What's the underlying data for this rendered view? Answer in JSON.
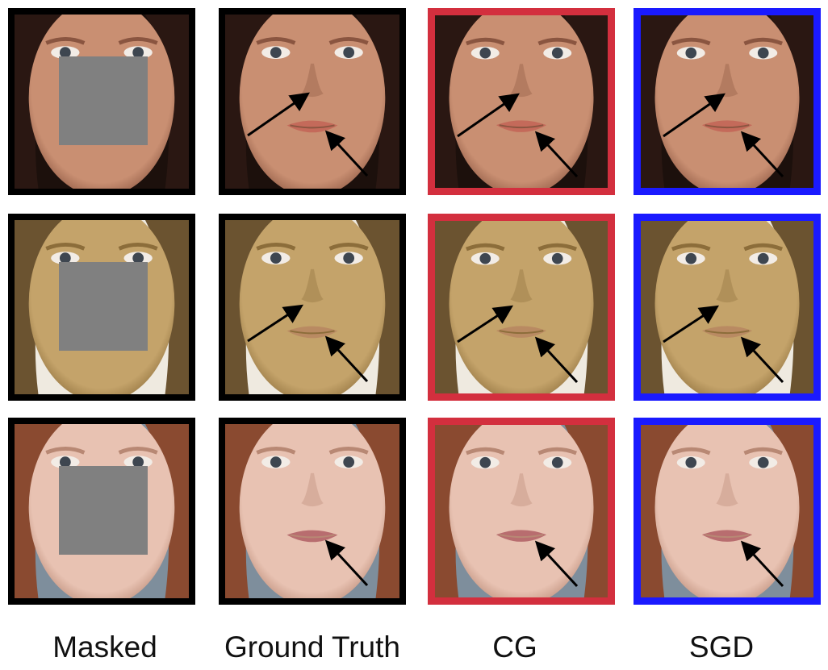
{
  "columns": [
    {
      "label": "Masked",
      "border_color": "#000000"
    },
    {
      "label": "Ground Truth",
      "border_color": "#000000"
    },
    {
      "label": "CG",
      "border_color": "#d32f3e"
    },
    {
      "label": "SGD",
      "border_color": "#1a1aff"
    }
  ],
  "rows": [
    {
      "skin": "#c98f72",
      "skin_dark": "#8a5540",
      "hair": "#2a1712",
      "bg": "#1c100c",
      "lip": "#c46a5a"
    },
    {
      "skin": "#c4a36a",
      "skin_dark": "#8c6d3a",
      "hair": "#6b5330",
      "bg": "#efeae0",
      "lip": "#b98a62"
    },
    {
      "skin": "#e8c2b2",
      "skin_dark": "#b88874",
      "hair": "#8a4a30",
      "bg": "#7e8e9c",
      "lip": "#b86d6f"
    }
  ],
  "mask_color": "#808080"
}
